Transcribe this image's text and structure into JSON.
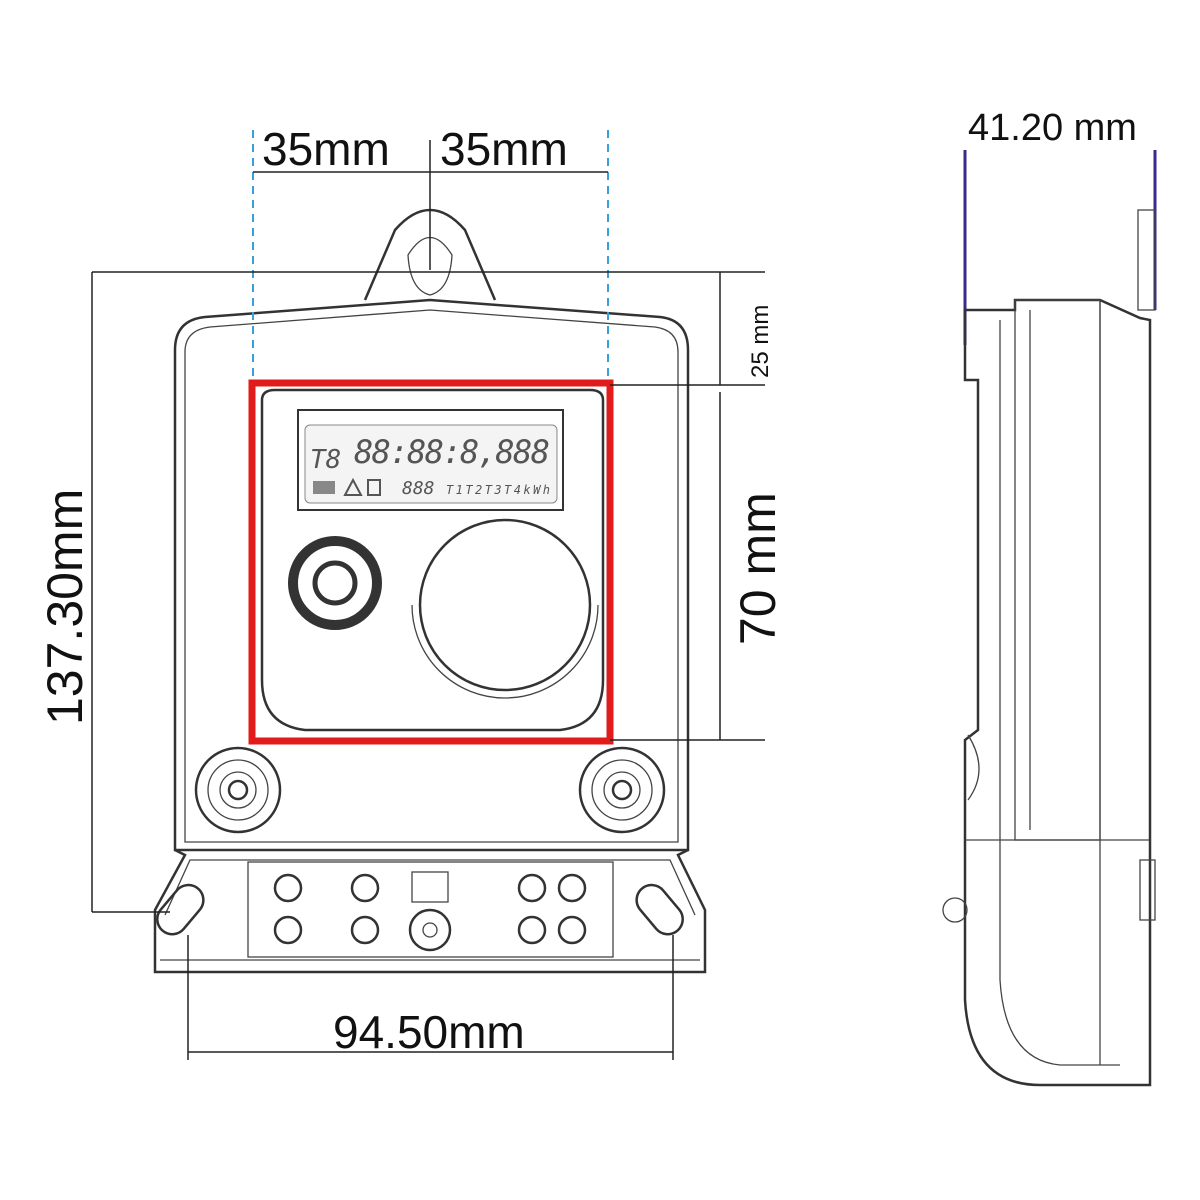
{
  "dimensions": {
    "left_half_width": "35mm",
    "right_half_width": "35mm",
    "depth": "41.20 mm",
    "top_offset": "25 mm",
    "window_height": "70 mm",
    "total_height": "137.30mm",
    "mount_hole_spacing": "94.50mm"
  },
  "lcd": {
    "tariff": "T8",
    "main_digits": "88:88:8,888",
    "small_digits": "888",
    "tariff_labels": "T1T2T3T4kWh"
  },
  "colors": {
    "highlight": "#e21b1b",
    "guide": "#3aa0dc",
    "depth_line": "#3a2a8c"
  }
}
